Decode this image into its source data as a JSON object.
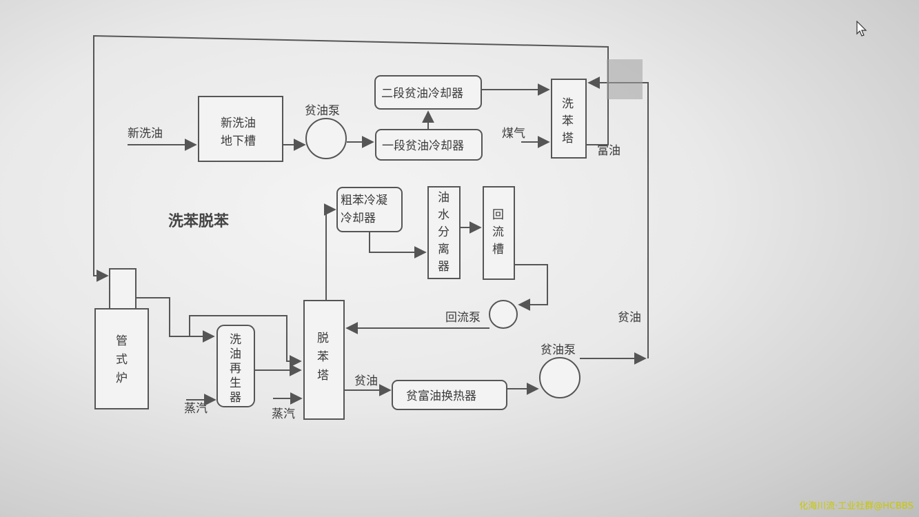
{
  "diagram_title": "洗苯脱苯",
  "watermark": "化海川流·工业社群@HCBBS",
  "nodes": {
    "new_oil_tank": [
      "新洗油",
      "地下槽"
    ],
    "lean_pump_1": "贫油泵",
    "cooler_2": "二段贫油冷却器",
    "cooler_1": "一段贫油冷却器",
    "scrubber": [
      "洗",
      "苯",
      "塔"
    ],
    "crude_cooler": [
      "粗苯冷凝",
      "冷却器"
    ],
    "separator": [
      "油",
      "水",
      "分",
      "离",
      "器"
    ],
    "reflux_tank": [
      "回",
      "流",
      "槽"
    ],
    "reflux_pump": "回流泵",
    "furnace": [
      "管",
      "式",
      "炉"
    ],
    "regenerator": [
      "洗",
      "油",
      "再",
      "生",
      "器"
    ],
    "debenzolizer": [
      "脱",
      "苯",
      "塔"
    ],
    "heat_exchanger": "贫富油换热器",
    "lean_pump_2": "贫油泵"
  },
  "stream_labels": {
    "new_wash_oil": "新洗油",
    "coke_gas": "煤气",
    "rich_oil": "富油",
    "lean_oil": "贫油",
    "lean_oil_bottom": "贫油",
    "steam_1": "蒸汽",
    "steam_2": "蒸汽"
  }
}
